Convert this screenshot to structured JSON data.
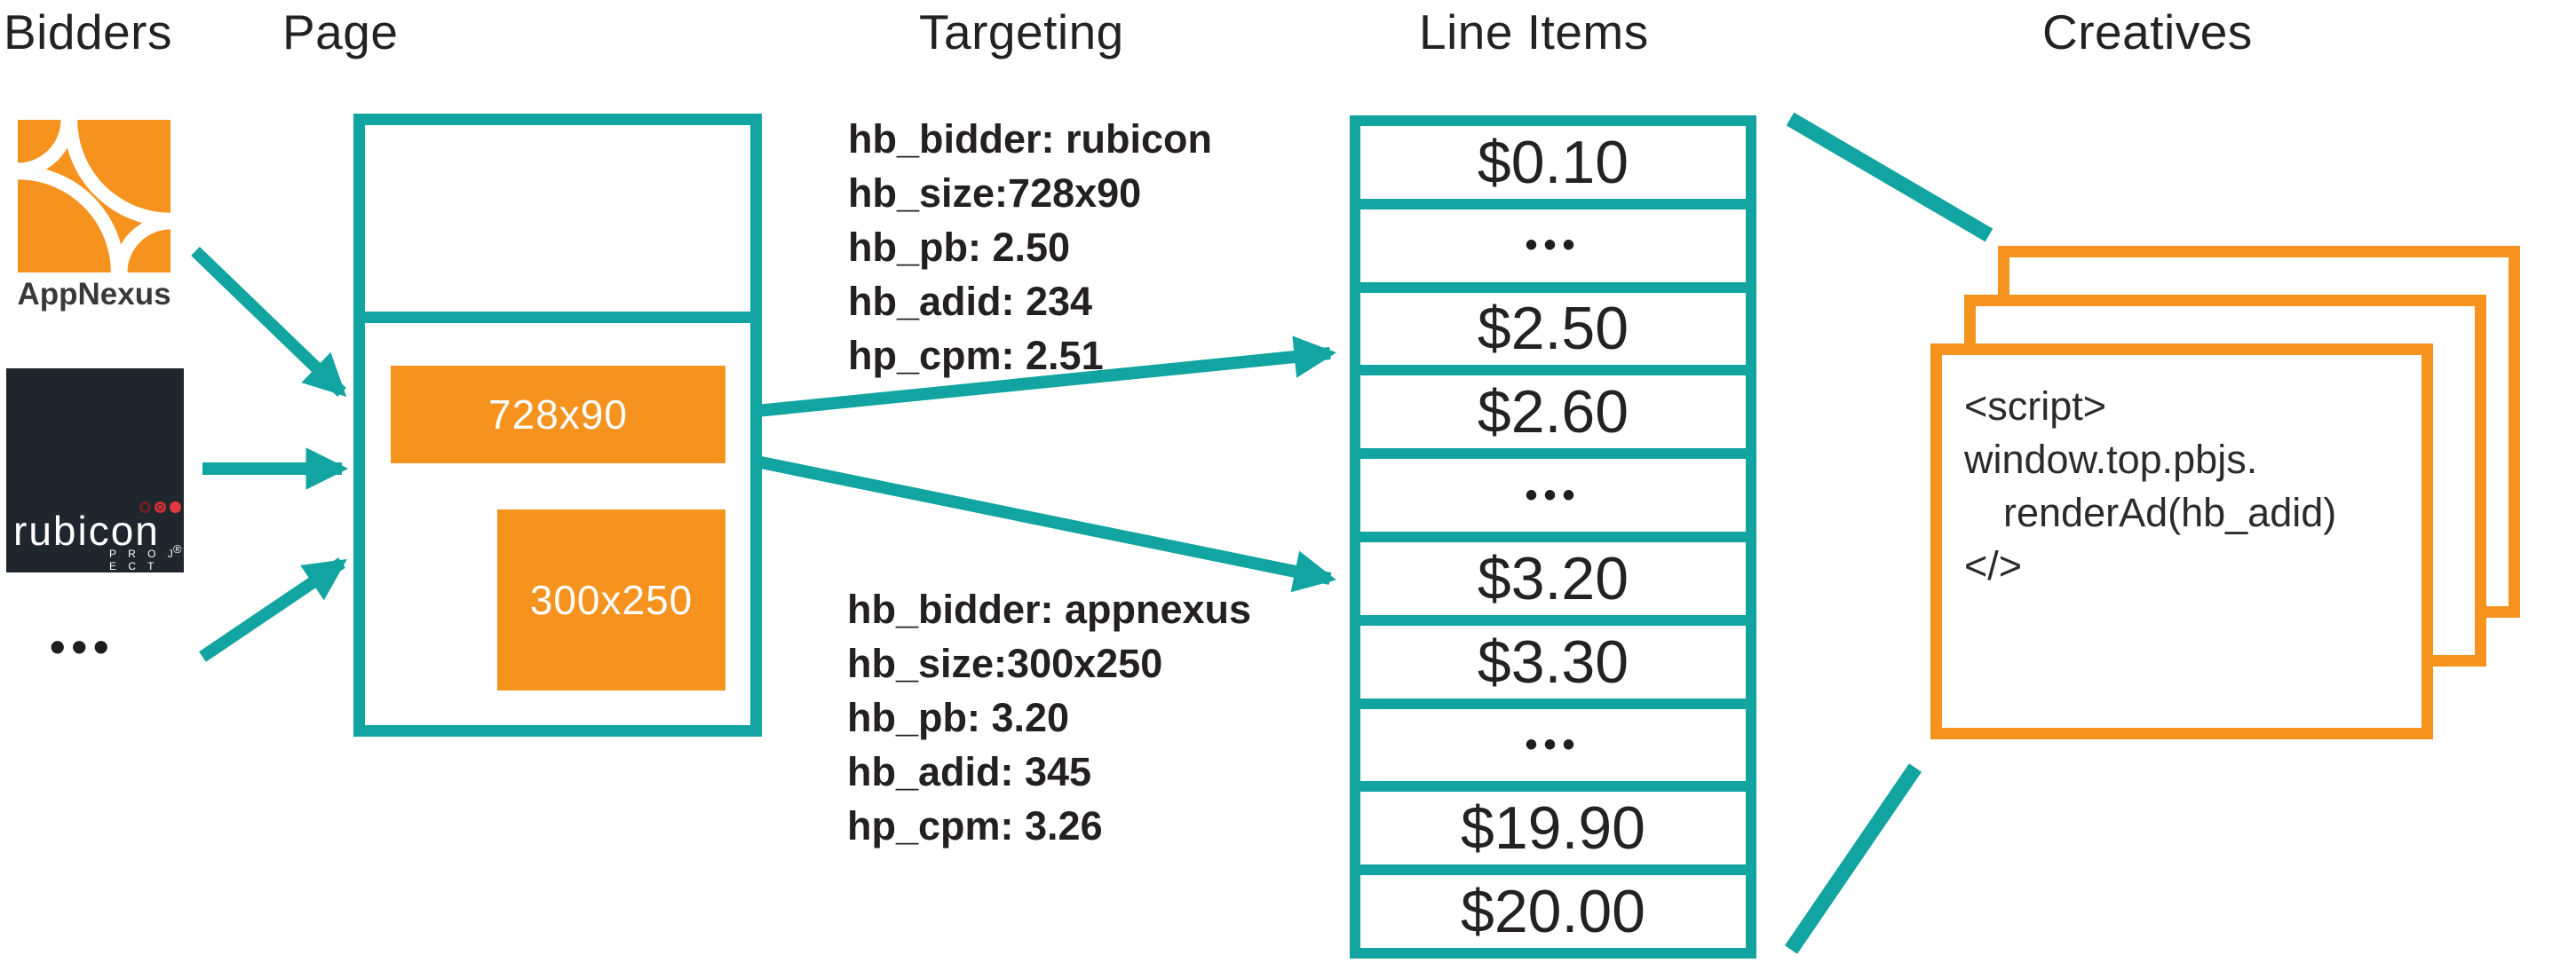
{
  "headers": {
    "bidders": "Bidders",
    "page": "Page",
    "targeting": "Targeting",
    "line_items": "Line Items",
    "creatives": "Creatives"
  },
  "bidders": {
    "appnexus": {
      "label": "AppNexus"
    },
    "rubicon": {
      "word": "rubicon",
      "reg": "®",
      "project": "P R O J E C T"
    },
    "more": "•••"
  },
  "page": {
    "slots": [
      {
        "label": "728x90"
      },
      {
        "label": "300x250"
      }
    ]
  },
  "targeting": {
    "blocks": [
      {
        "lines": [
          "hb_bidder: rubicon",
          "hb_size:728x90",
          "hb_pb: 2.50",
          "hb_adid: 234",
          "hp_cpm: 2.51"
        ]
      },
      {
        "lines": [
          "hb_bidder: appnexus",
          "hb_size:300x250",
          "hb_pb: 3.20",
          "hb_adid: 345",
          "hp_cpm: 3.26"
        ]
      }
    ]
  },
  "line_items": {
    "rows": [
      "$0.10",
      "•••",
      "$2.50",
      "$2.60",
      "•••",
      "$3.20",
      "$3.30",
      "•••",
      "$19.90",
      "$20.00"
    ]
  },
  "creatives": {
    "code_lines": [
      "<script>",
      "window.top.pbjs.",
      "renderAd(hb_adid)",
      "</>"
    ]
  },
  "colors": {
    "teal": "#12a4a0",
    "orange": "#f6921e",
    "dark_text": "#232122",
    "rubicon_bg": "#20262e",
    "rubicon_red": "#e23a3e"
  }
}
